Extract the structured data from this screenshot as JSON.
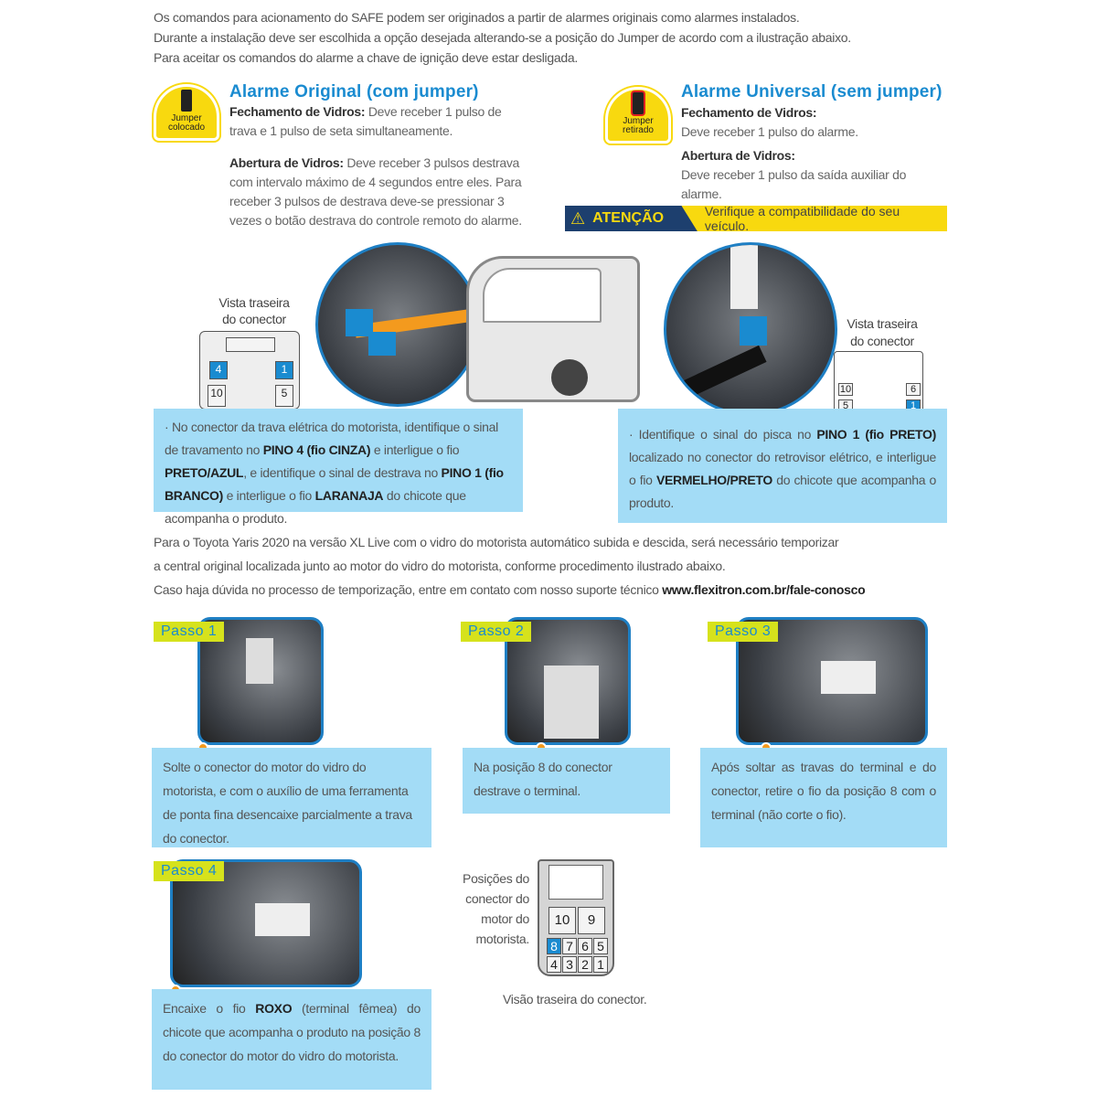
{
  "intro": [
    "Os comandos para acionamento do SAFE podem ser originados a partir de alarmes originais como alarmes instalados.",
    "Durante a instalação deve ser escolhida a opção desejada alterando-se a posição do Jumper de acordo com a ilustração abaixo.",
    "Para aceitar os comandos do alarme a chave de ignição deve estar desligada."
  ],
  "original": {
    "badge": "Jumper colocado",
    "title": "Alarme Original (com jumper)",
    "close_label": "Fechamento de Vidros:",
    "close_text": "Deve receber 1 pulso de trava e 1 pulso de seta simultaneamente.",
    "open_label": "Abertura de Vidros:",
    "open_text": "Deve receber 3 pulsos destrava com intervalo máximo de 4 segundos entre eles. Para receber 3 pulsos de destrava deve-se pressionar 3 vezes o botão destrava do controle remoto do alarme."
  },
  "universal": {
    "badge": "Jumper retirado",
    "title": "Alarme Universal (sem jumper)",
    "close_label": "Fechamento de Vidros:",
    "close_text": "Deve receber 1 pulso do alarme.",
    "open_label": "Abertura de Vidros:",
    "open_text": "Deve receber 1 pulso da saída auxiliar do alarme."
  },
  "attention": {
    "label": "ATENÇÃO",
    "text": "Verifique a compatibilidade do seu veículo."
  },
  "left_connector": {
    "label": "Vista traseira do conector",
    "pins": [
      "4",
      "1",
      "10",
      "5"
    ]
  },
  "right_connector": {
    "label": "Vista traseira do conector",
    "pins": [
      "10",
      "6",
      "5",
      "1"
    ]
  },
  "left_note": {
    "p1": "· No conector da trava elétrica do motorista, identifique o sinal de travamento no ",
    "b1": "PINO 4 (fio CINZA)",
    "p2": " e interligue o fio ",
    "b2": "PRETO/AZUL",
    "p3": ", e identifique o sinal de destrava no ",
    "b3": "PINO 1 (fio BRANCO)",
    "p4": " e interligue o fio ",
    "b4": "LARANAJA",
    "p5": " do chicote que acompanha o produto."
  },
  "right_note": {
    "p1": "· Identifique o sinal do pisca no ",
    "b1": "PINO 1 (fio PRETO)",
    "p2": " localizado no conector do retrovisor elétrico, e interligue o fio ",
    "b2": "VERMELHO/PRETO",
    "p3": " do chicote que acompanha o produto."
  },
  "yaris": {
    "l1": "Para o Toyota Yaris 2020 na versão XL Live com o vidro do motorista automático subida e descida, será necessário temporizar",
    "l2": "a central original localizada junto ao motor do vidro do motorista, conforme procedimento ilustrado abaixo.",
    "l3": "Caso haja dúvida no processo de temporização, entre em contato com nosso suporte técnico ",
    "link": "www.flexitron.com.br/fale-conosco"
  },
  "steps": [
    {
      "tag": "Passo 1",
      "text": "Solte o conector do motor do vidro do motorista, e com o auxílio de uma ferramenta de ponta fina desencaixe parcialmente a trava do conector."
    },
    {
      "tag": "Passo 2",
      "text": "Na posição 8 do conector destrave o terminal."
    },
    {
      "tag": "Passo 3",
      "text": "Após soltar as travas do terminal e do conector, retire o fio da posição 8 com o terminal (não corte o fio)."
    },
    {
      "tag": "Passo 4",
      "p1": "Encaixe o fio ",
      "b1": "ROXO",
      "p2": " (terminal fêmea) do chicote que acompanha o produto na posição 8 do conector do motor do vidro do motorista."
    }
  ],
  "motor_connector": {
    "label": "Posições do conector do motor do motorista.",
    "caption": "Visão traseira do conector.",
    "pins": [
      "10",
      "9",
      "8",
      "7",
      "6",
      "5",
      "4",
      "3",
      "2",
      "1"
    ]
  }
}
